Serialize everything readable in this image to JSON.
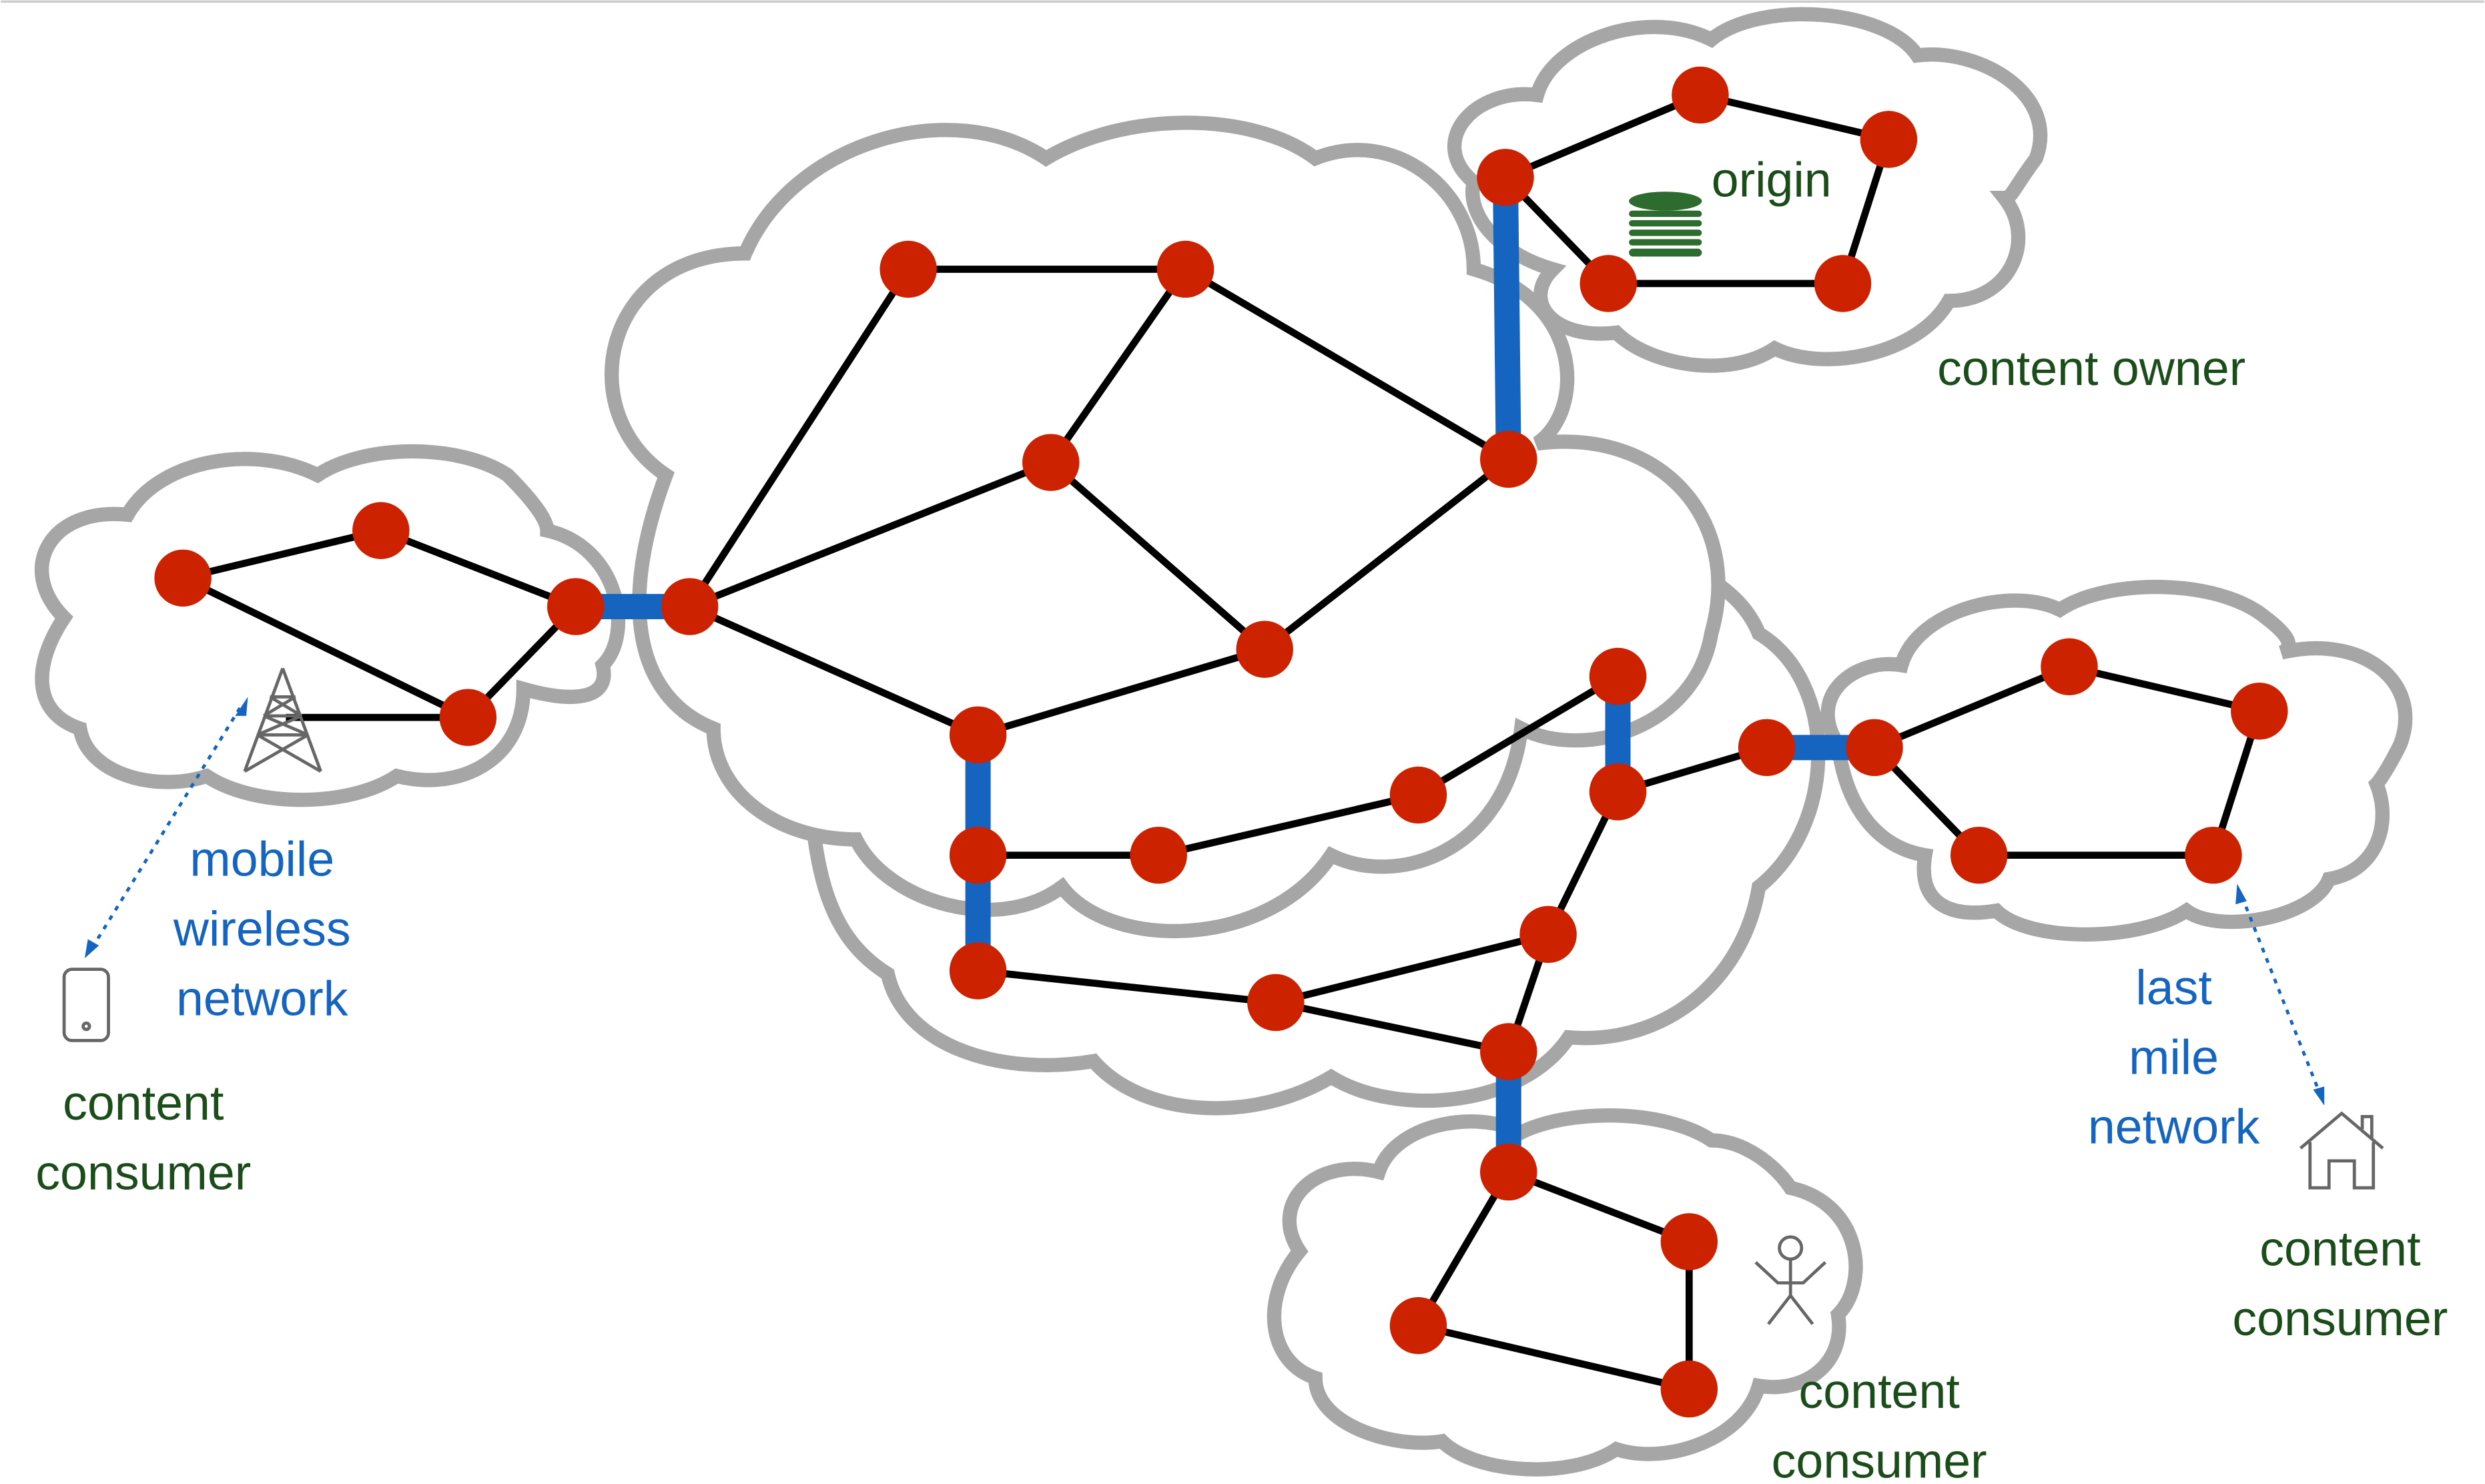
{
  "colors": {
    "router": "#cc2200",
    "link": "#000000",
    "peering_link": "#1565c0",
    "cloud_outline": "#a6a6a6",
    "consumer_text": "#1b4d1b",
    "network_text": "#1565c0",
    "icon_gray": "#666666",
    "database": "#2e6b2e"
  },
  "labels": {
    "origin": "origin",
    "content_owner": "content owner",
    "mobile_network": [
      "mobile",
      "wireless",
      "network"
    ],
    "mobile_consumer": [
      "content",
      "consumer"
    ],
    "last_mile_network": [
      "last",
      "mile",
      "network"
    ],
    "home_consumer": [
      "content",
      "consumer"
    ],
    "bottom_consumer": [
      "content",
      "consumer"
    ]
  },
  "icons": {
    "database": "database-icon",
    "cell_tower": "cell-tower-icon",
    "phone": "phone-icon",
    "house": "house-icon",
    "person": "person-icon"
  }
}
